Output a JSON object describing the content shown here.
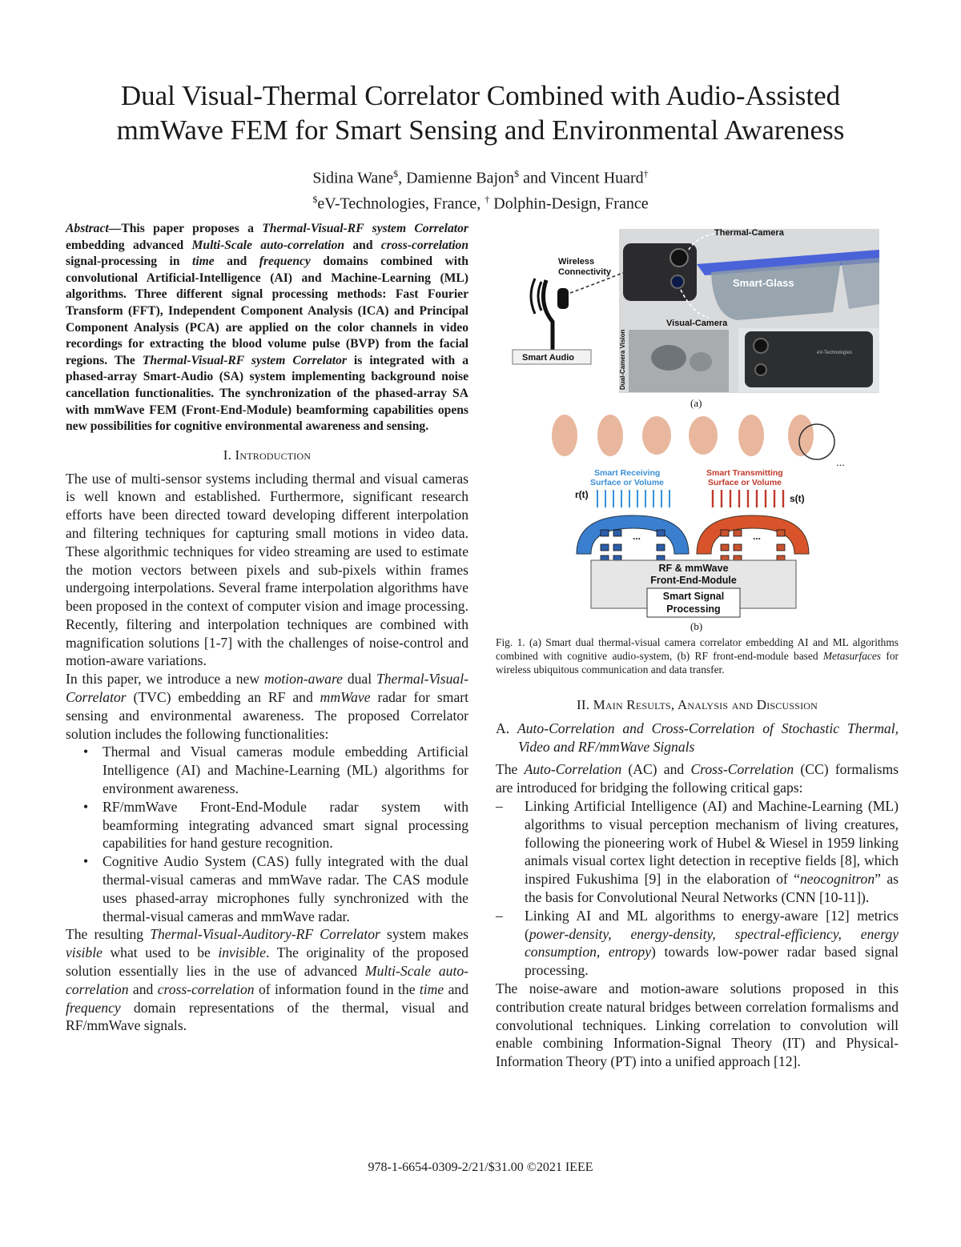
{
  "title_line1": "Dual Visual-Thermal Correlator Combined with Audio-Assisted",
  "title_line2": "mmWave  FEM for Smart Sensing and Environmental Awareness",
  "authors": {
    "a1": "Sidina Wane",
    "a2": ", Damienne Bajon",
    "a3": " and Vincent Huard",
    "mark_dollar": "$",
    "mark_dagger": "†",
    "aff1": "eV-Technologies, France,  ",
    "aff2": " Dolphin-Design, France"
  },
  "abstract": {
    "lead": "Abstract—",
    "p1": "This paper proposes a ",
    "i1": "Thermal-Visual-RF system Correlator",
    "p2": " embedding advanced ",
    "i2": "Multi-Scale auto-correlation",
    "p3": " and ",
    "i3": "cross-correlation",
    "p4": " signal-processing in ",
    "i4": "time",
    "p5": " and ",
    "i5": "frequency",
    "p6": " domains combined with convolutional Artificial-Intelligence (AI) and Machine-Learning (ML) algorithms. Three different signal processing methods: Fast Fourier Transform (FFT), Independent Component Analysis (ICA) and Principal Component Analysis (PCA) are applied on the color channels in video recordings for extracting the blood volume pulse (BVP) from the facial regions. The ",
    "i6": "Thermal-Visual-RF system Correlator",
    "p7": " is integrated with a phased-array Smart-Audio (SA) system implementing background noise cancellation functionalities. The synchronization of the phased-array SA with mmWave FEM (Front-End-Module) beamforming capabilities opens new possibilities for cognitive environmental awareness and sensing."
  },
  "intro": {
    "num": "I. ",
    "heading": "Introduction",
    "para1": "The use of multi-sensor systems including thermal and visual cameras is well known and established. Furthermore, significant research efforts have been directed toward developing different interpolation and filtering techniques for capturing small motions in video data. These algorithmic techniques for video streaming are used to estimate the motion vectors between pixels and sub-pixels within frames undergoing interpolations. Several frame interpolation algorithms have been proposed in the context of computer vision and image processing. Recently, filtering and interpolation techniques are combined with magnification solutions [1-7] with the challenges of noise-control and motion-aware variations.",
    "para2_a": "In this paper, we introduce a new ",
    "para2_i1": "motion-aware",
    "para2_b": " dual ",
    "para2_i2": "Thermal-Visual-Correlator",
    "para2_c": " (TVC) embedding an RF and ",
    "para2_i3": "mmWave",
    "para2_d": " radar for smart sensing and environmental awareness. The proposed Correlator solution includes the following functionalities:",
    "bullets": [
      "Thermal and Visual cameras module embedding Artificial Intelligence (AI) and Machine-Learning (ML) algorithms for environment awareness.",
      "RF/mmWave Front-End-Module radar system with beamforming integrating advanced smart signal processing capabilities for hand gesture recognition.",
      "Cognitive Audio System (CAS) fully integrated with the dual thermal-visual cameras and mmWave radar. The CAS module uses phased-array microphones fully synchronized with the thermal-visual cameras and mmWave radar."
    ],
    "para3_a": "The resulting ",
    "para3_i1": "Thermal-Visual-Auditory-RF Correlator",
    "para3_b": " system makes ",
    "para3_i2": "visible",
    "para3_c": " what used to be ",
    "para3_i3": "invisible",
    "para3_d": ". The originality of the proposed solution essentially lies in the use of advanced ",
    "para3_i4": "Multi-Scale auto-correlation",
    "para3_e": " and ",
    "para3_i5": "cross-correlation",
    "para3_f": " of information found in the ",
    "para3_i6": "time",
    "para3_g": " and ",
    "para3_i7": "frequency",
    "para3_h": " domain representations of the thermal, visual and RF/mmWave signals."
  },
  "figure": {
    "labels": {
      "thermal_camera": "Thermal-Camera",
      "wireless": "Wireless",
      "connectivity": "Connectivity",
      "smart_glass": "Smart-Glass",
      "visual_camera": "Visual-Camera",
      "smart_audio": "Smart Audio",
      "dual_camera_vision": "Dual-Camera Vision",
      "ev_tech": "eV-Technologies",
      "sub_a": "(a)",
      "sub_b": "(b)",
      "ellipsis": "...",
      "receiving_1": "Smart Receiving",
      "receiving_2": "Surface or Volume",
      "transmitting_1": "Smart Transmitting",
      "transmitting_2": "Surface or Volume",
      "rt": "r(t)",
      "st": "s(t)",
      "fem_1": "RF & mmWave",
      "fem_2": "Front-End-Module",
      "ssp_1": "Smart Signal",
      "ssp_2": "Processing"
    },
    "caption_a": "Fig. 1. (a) Smart dual thermal-visual camera correlator embedding AI and ML algorithms combined with cognitive audio-system, (b) RF front-end-module based ",
    "caption_i": "Metasurfaces",
    "caption_b": " for wireless ubiquitous communication and data transfer."
  },
  "section2": {
    "num": "II. ",
    "heading": "Main Results, Analysis and Discussion",
    "sub_label": "A. ",
    "sub_title": "Auto-Correlation and Cross-Correlation of Stochastic Thermal, Video and RF/mmWave Signals",
    "p1_a": "The ",
    "p1_i1": "Auto-Correlation",
    "p1_b": " (AC) and ",
    "p1_i2": "Cross-Correlation",
    "p1_c": " (CC) formalisms are introduced for bridging the following critical gaps:",
    "d1_a": "Linking Artificial Intelligence (AI) and Machine-Learning (ML) algorithms to visual perception mechanism of living creatures, following the pioneering work of Hubel & Wiesel in 1959 linking animals visual cortex light detection in receptive fields [8], which inspired Fukushima [9] in the elaboration of “",
    "d1_i": "neocognitron",
    "d1_b": "” as the basis for Convolutional Neural Networks (CNN [10-11]).",
    "d2_a": "Linking AI and ML algorithms to energy-aware [12] metrics (",
    "d2_i": "power-density, energy-density, spectral-efficiency, energy consumption, entropy",
    "d2_b": ") towards low-power radar based signal processing.",
    "p2": "The noise-aware and motion-aware solutions proposed in this contribution create natural bridges between correlation formalisms and convolutional techniques. Linking correlation to convolution will enable combining Information-Signal Theory (IT) and Physical-Information Theory (PT) into a unified approach [12]."
  },
  "footer": "978-1-6654-0309-2/21/$31.00 ©2021 IEEE"
}
